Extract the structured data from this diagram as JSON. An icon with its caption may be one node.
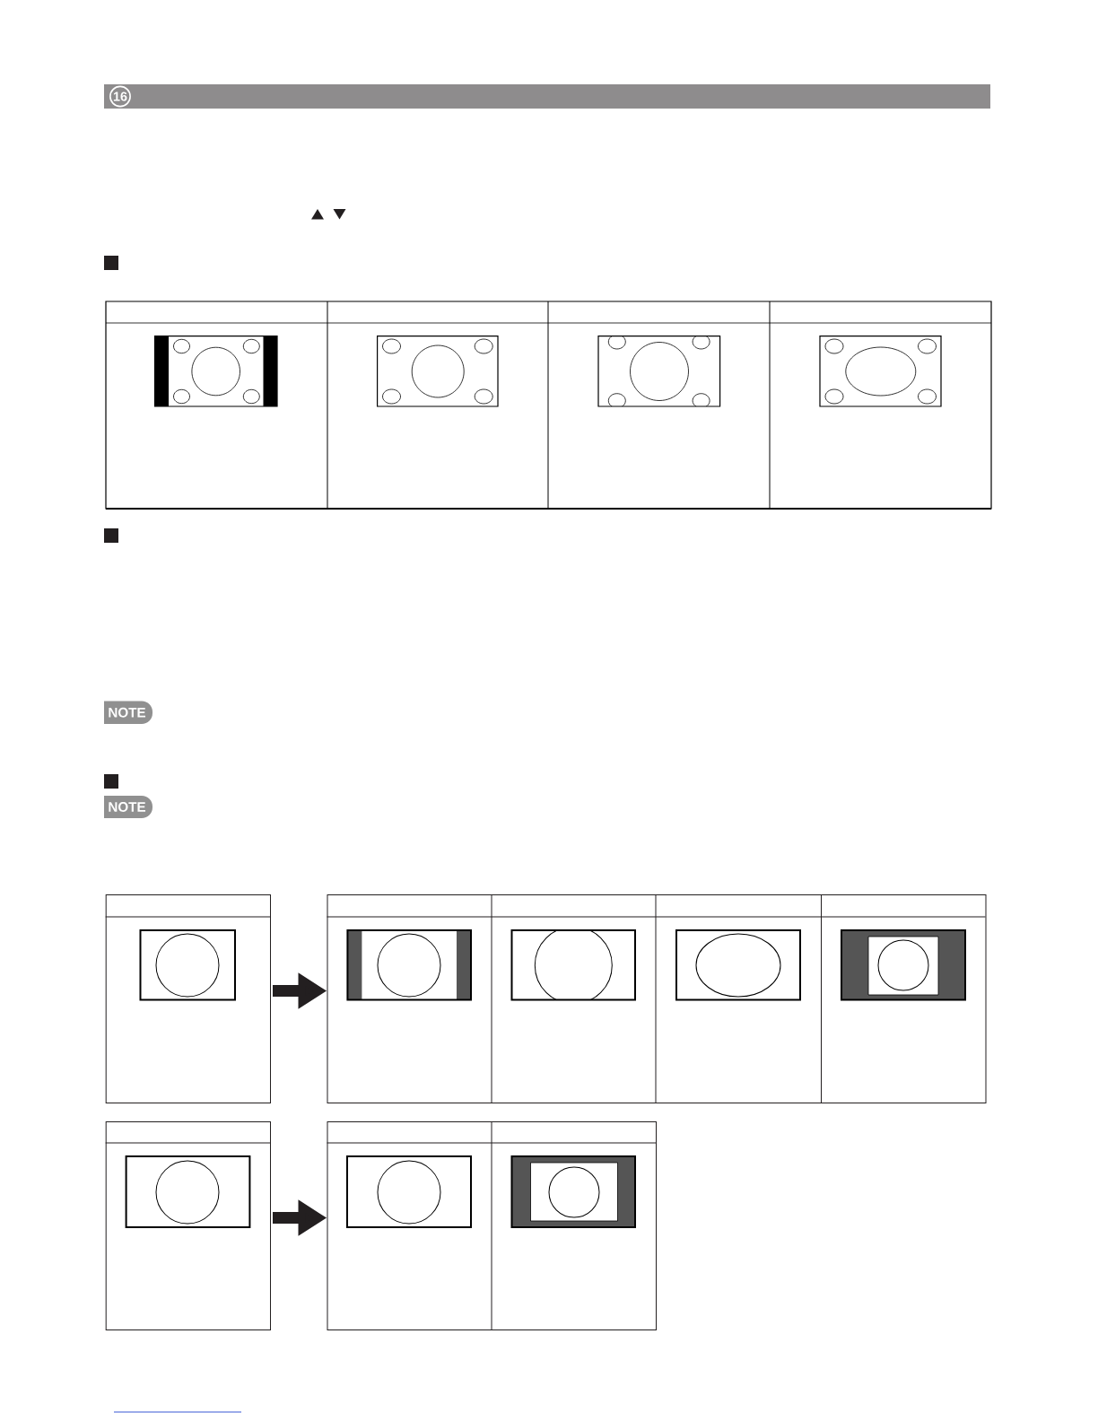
{
  "diagram": {
    "nodes": [
      {
        "text": [
          "16"
        ]
      },
      {
        "text": [
          "NOTE"
        ]
      },
      {
        "text": [
          "NOTE"
        ]
      },
      {
        "text": [],
        "shape": "box"
      },
      {
        "text": [],
        "shape": "box"
      },
      {
        "text": [],
        "shape": "box"
      },
      {
        "text": [],
        "shape": "box"
      }
    ],
    "edges": [
      {
        "from": 3,
        "to": 4,
        "arrow": "to"
      },
      {
        "from": 5,
        "to": 6,
        "arrow": "to"
      }
    ]
  }
}
